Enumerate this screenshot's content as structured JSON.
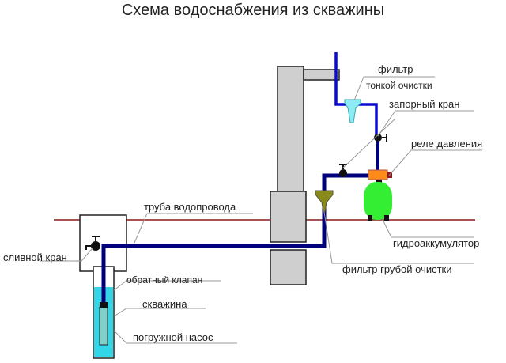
{
  "title": "Схема водоснабжения из скважины",
  "colors": {
    "pipe": "#00007a",
    "pipe_light": "#1010c0",
    "wall": "#cfcfcf",
    "ground": "#8b1a1a",
    "water": "#33d6e6",
    "fine_filter": "#8eeaf5",
    "coarse_filter": "#8a8a1a",
    "tank": "#33ee33",
    "relay": "#ff8c1a",
    "leader": "#999999"
  },
  "labels": {
    "fine_filter_1": "фильтр",
    "fine_filter_2": "тонкой очистки",
    "shutoff_valve": "запорный кран",
    "pressure_relay": "реле давления",
    "water_pipe": "труба водопровода",
    "accumulator": "гидроаккумулятор",
    "drain_valve": "сливной кран",
    "coarse_filter": "фильтр грубой очистки",
    "check_valve": "обратный клапан",
    "well": "скважина",
    "pump": "погружной насос"
  }
}
